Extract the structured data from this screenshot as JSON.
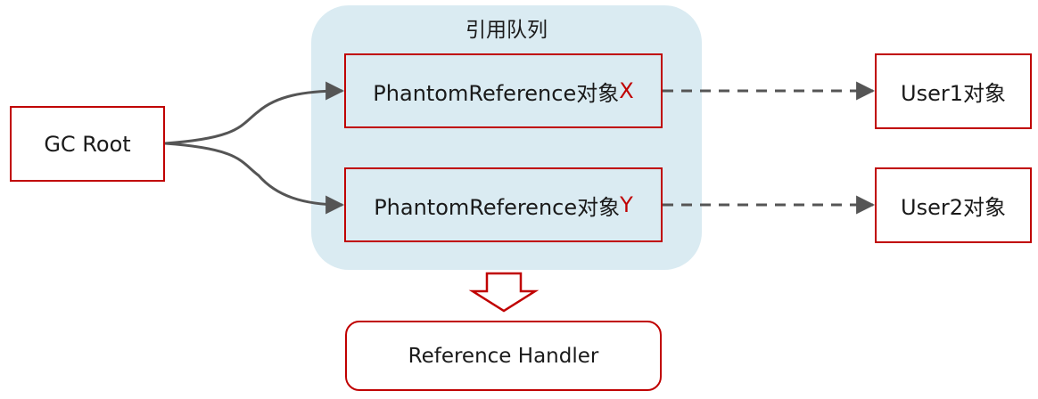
{
  "queue": {
    "label": "引用队列"
  },
  "nodes": {
    "gc_root": "GC Root",
    "ref_x": {
      "prefix": "PhantomReference对象",
      "suffix": "X"
    },
    "ref_y": {
      "prefix": "PhantomReference对象",
      "suffix": "Y"
    },
    "user1": "User1对象",
    "user2": "User2对象",
    "handler": "Reference Handler"
  },
  "colors": {
    "box_border": "#c00000",
    "accent_letter": "#c00000",
    "queue_background": "#daebf2",
    "arrow_solid": "#555555",
    "arrow_dashed": "#555555"
  },
  "edges": [
    {
      "from": "GC Root",
      "to": "PhantomReference对象X",
      "style": "solid"
    },
    {
      "from": "GC Root",
      "to": "PhantomReference对象Y",
      "style": "solid"
    },
    {
      "from": "PhantomReference对象X",
      "to": "User1对象",
      "style": "dashed"
    },
    {
      "from": "PhantomReference对象Y",
      "to": "User2对象",
      "style": "dashed"
    },
    {
      "from": "引用队列",
      "to": "Reference Handler",
      "style": "block-arrow"
    }
  ]
}
